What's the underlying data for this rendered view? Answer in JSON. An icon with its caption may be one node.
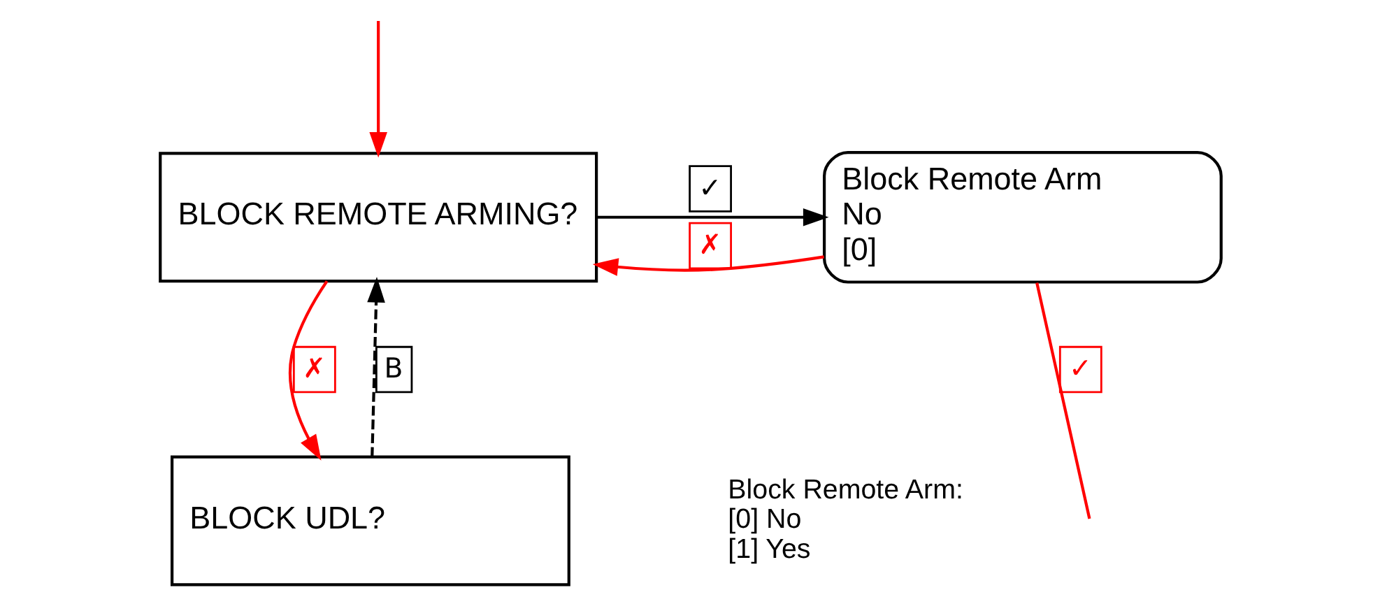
{
  "diagram": {
    "nodes": [
      {
        "text": [
          "BLOCK REMOTE ARMING?"
        ]
      },
      {
        "text": [
          "Block Remote Arm",
          "No",
          "[0]"
        ]
      },
      {
        "text": [
          "BLOCK UDL?"
        ]
      }
    ],
    "edges": [
      {
        "from": 0,
        "to": 1,
        "arrow": "to",
        "label": "✓",
        "color": "#000000"
      },
      {
        "from": 1,
        "to": null,
        "arrow": "none",
        "label": "✓"
      },
      {
        "from": 0,
        "to": 2,
        "arrow": "to",
        "label": "✗"
      },
      {
        "from": 1,
        "to": 0,
        "arrow": "to",
        "label": "✗"
      },
      {
        "from": null,
        "to": 0,
        "arrow": "to"
      },
      {
        "from": 2,
        "to": 0,
        "arrow": "to",
        "label": "B",
        "style": "dashed",
        "color": "#000000"
      }
    ],
    "labels": [
      "Block Remote Arm:",
      "[0] No",
      "[1] Yes"
    ]
  }
}
